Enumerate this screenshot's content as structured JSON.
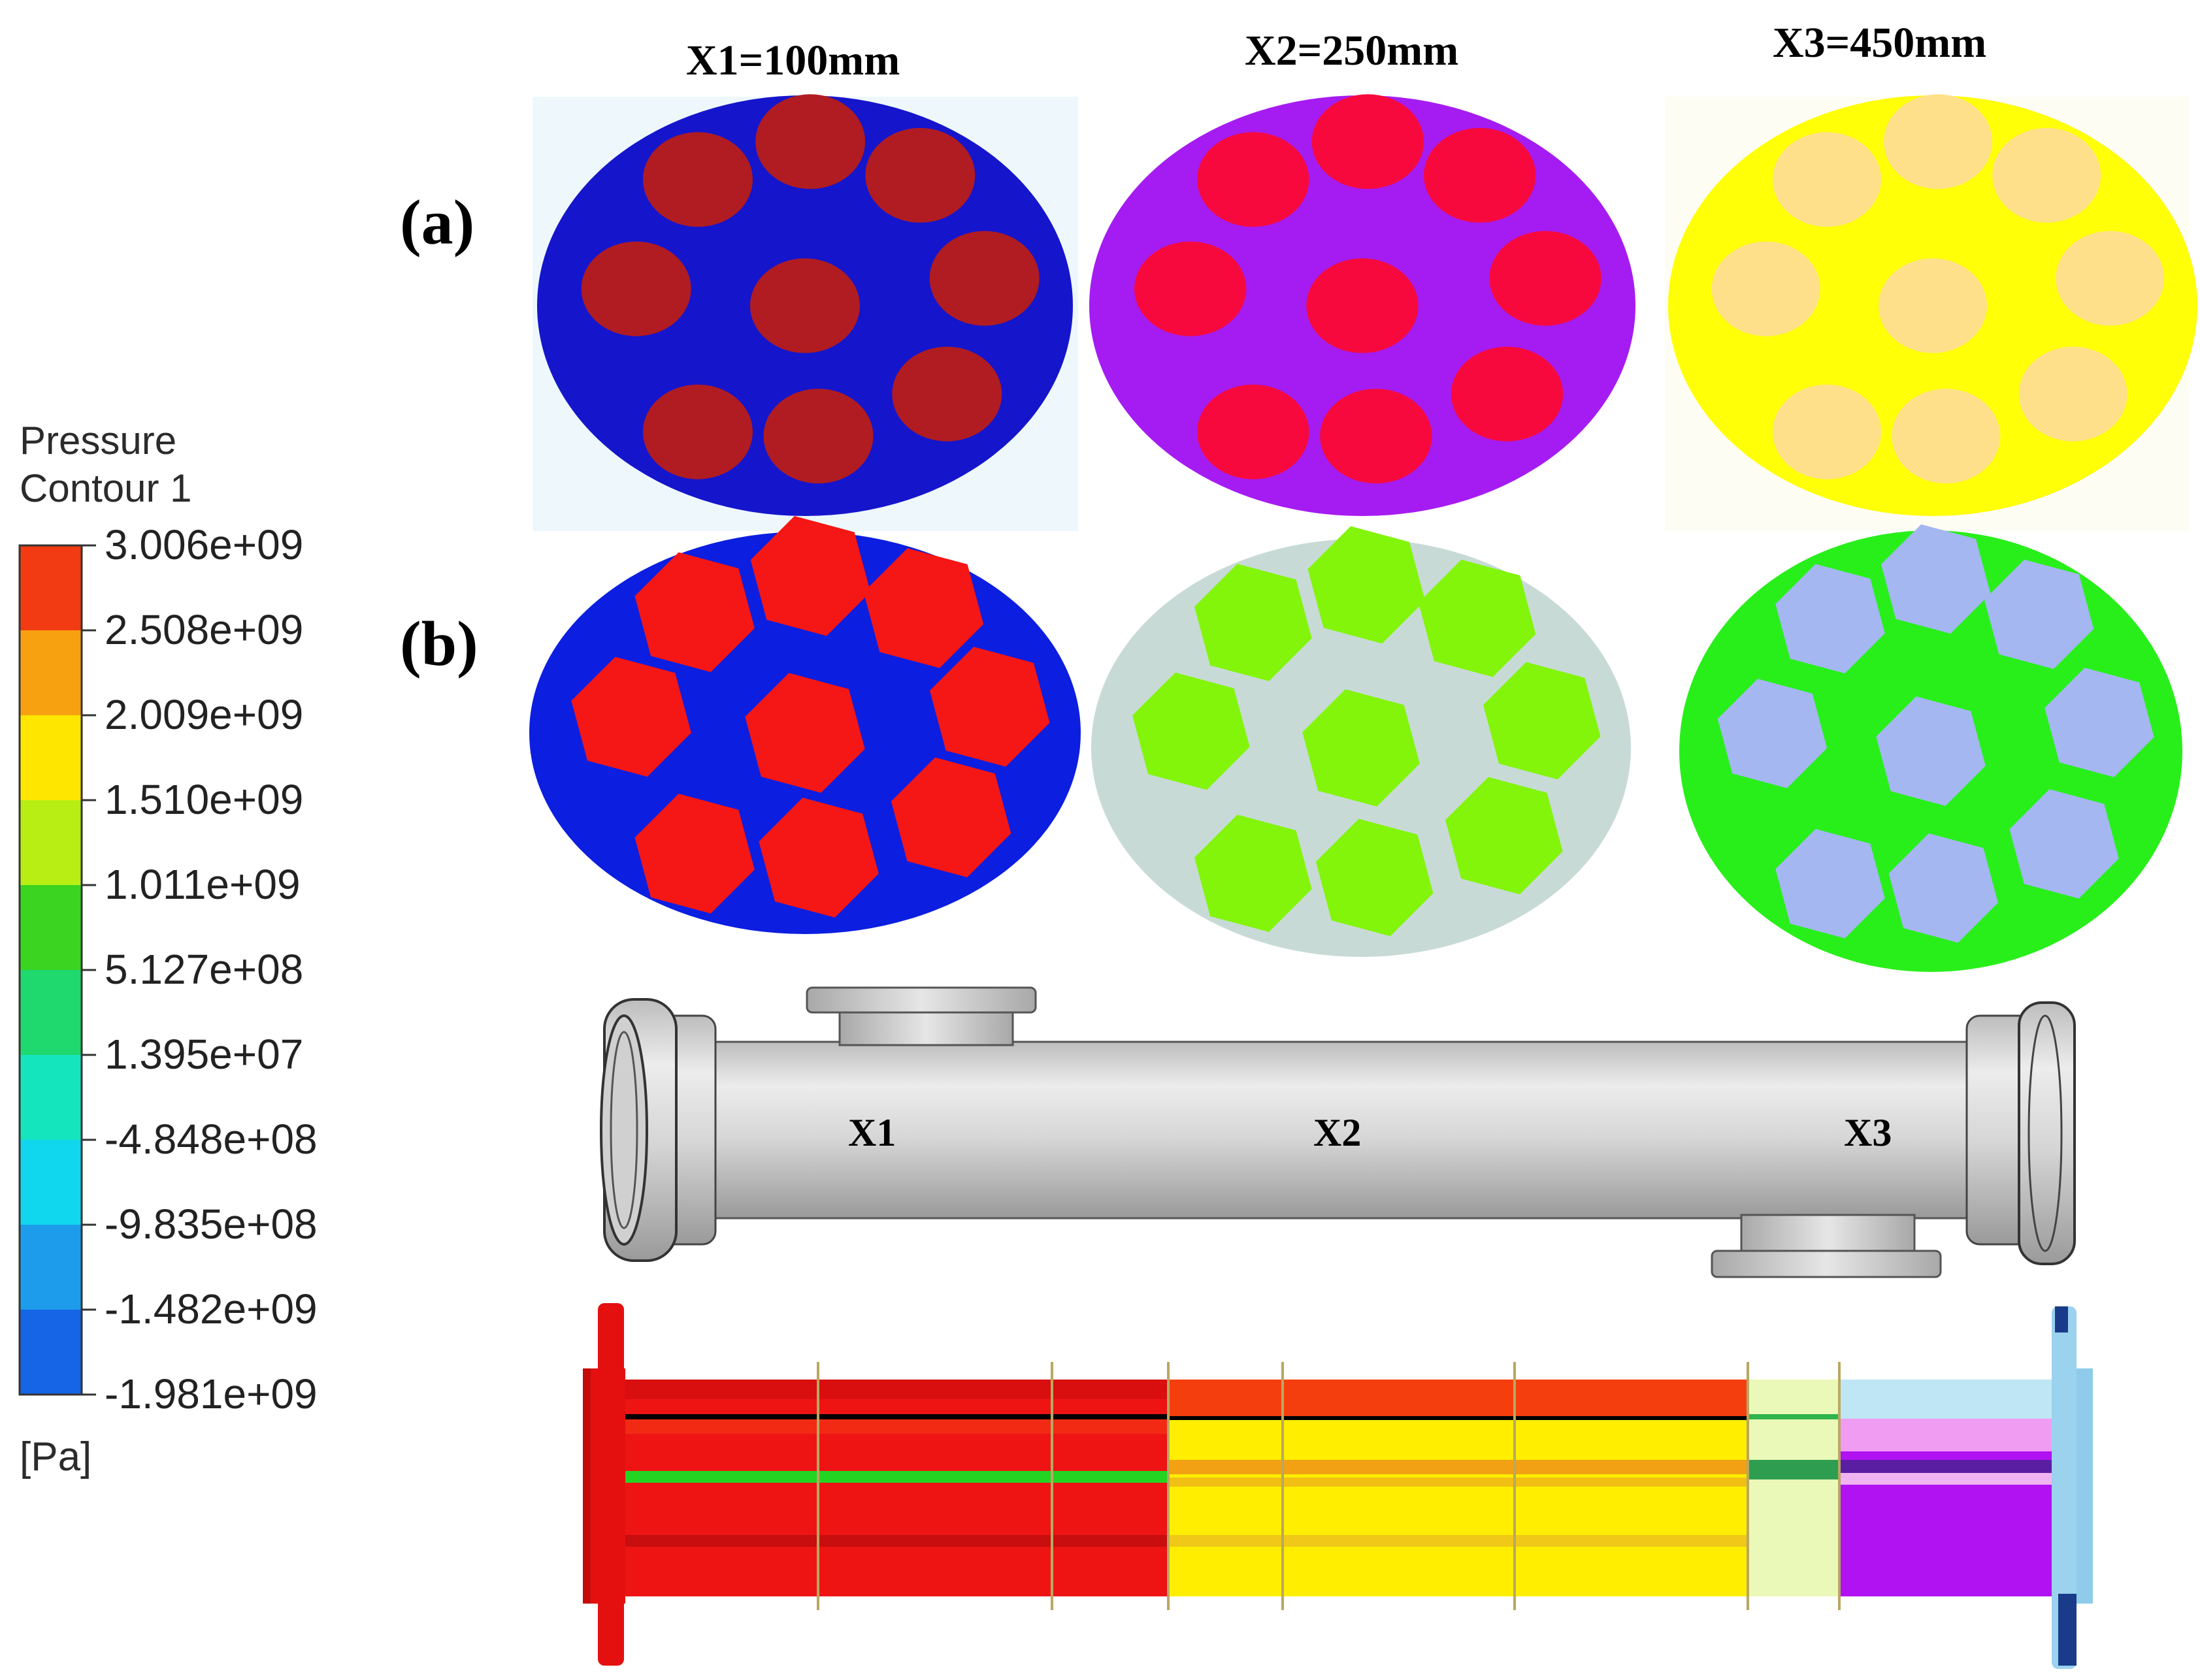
{
  "columns": [
    {
      "title": "X1=100mm"
    },
    {
      "title": "X2=250mm"
    },
    {
      "title": "X3=450mm"
    }
  ],
  "rows": [
    {
      "label": "(a)",
      "shape": "circle"
    },
    {
      "label": "(b)",
      "shape": "hexagon"
    }
  ],
  "sections": {
    "a": [
      {
        "position": "X1",
        "shell_color": "#1515cc",
        "tube_color": "#b01c22",
        "background": "#eef8fc"
      },
      {
        "position": "X2",
        "shell_color": "#a51cf2",
        "tube_color": "#f7093e",
        "background": "#ffffff"
      },
      {
        "position": "X3",
        "shell_color": "#ffff08",
        "tube_color": "#fde089",
        "background": "#fdfdf4"
      }
    ],
    "b": [
      {
        "position": "X1",
        "shell_color": "#0c1ee0",
        "tube_color": "#f51616"
      },
      {
        "position": "X2",
        "shell_color": "#c8dad6",
        "tube_color": "#82f50a"
      },
      {
        "position": "X3",
        "shell_color": "#28ef1a",
        "tube_color": "#a4b7f1"
      }
    ]
  },
  "legend": {
    "title_line1": "Pressure",
    "title_line2": "Contour 1",
    "unit": "[Pa]",
    "ticks": [
      "3.006e+09",
      "2.508e+09",
      "2.009e+09",
      "1.510e+09",
      "1.011e+09",
      "5.127e+08",
      "1.395e+07",
      "-4.848e+08",
      "-9.835e+08",
      "-1.482e+09",
      "-1.981e+09"
    ],
    "band_colors": [
      "#f23b12",
      "#f7a010",
      "#ffe600",
      "#b8ee14",
      "#3bd421",
      "#1fd86e",
      "#14e5bd",
      "#10d6ee",
      "#1c9cea",
      "#1565e6"
    ]
  },
  "exchanger": {
    "labels": [
      "X1",
      "X2",
      "X3"
    ]
  }
}
